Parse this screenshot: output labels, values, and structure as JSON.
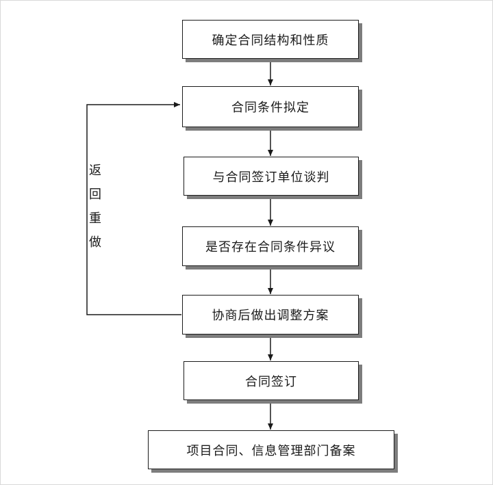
{
  "diagram": {
    "kind": "flowchart",
    "nodes": [
      {
        "label": "确定合同结构和性质"
      },
      {
        "label": "合同条件拟定"
      },
      {
        "label": "与合同签订单位谈判"
      },
      {
        "label": "是否存在合同条件异议"
      },
      {
        "label": "协商后做出调整方案"
      },
      {
        "label": "合同签订"
      },
      {
        "label": "项目合同、信息管理部门备案"
      }
    ],
    "feedback_label": "返回重做",
    "colors": {
      "box_fill": "#ffffff",
      "box_border": "#1a1a1a",
      "box_shadow": "#7d7d7d",
      "arrow": "#1a1a1a",
      "background": "#ffffff",
      "frame_border": "#d9d9d9"
    }
  }
}
